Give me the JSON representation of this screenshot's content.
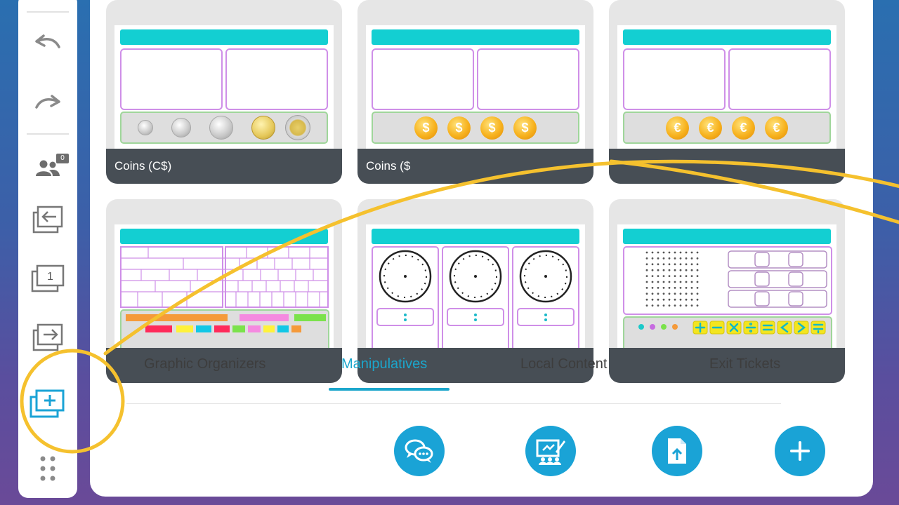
{
  "sidebar": {
    "participants_count": "0",
    "slide_number": "1",
    "icons": [
      "undo-icon",
      "redo-icon",
      "participants-icon",
      "previous-slide-icon",
      "slide-number-icon",
      "next-slide-icon",
      "add-slide-icon",
      "more-icon"
    ]
  },
  "cards": [
    {
      "label": "Coins (C$)"
    },
    {
      "label": "Coins ($"
    },
    {
      "label": ""
    },
    {
      "label": ""
    },
    {
      "label": ""
    },
    {
      "label": ""
    }
  ],
  "coin_symbols": {
    "dollar": "$",
    "euro": "€"
  },
  "tabs": [
    {
      "label": "Graphic Organizers",
      "active": false
    },
    {
      "label": "Manipulatives",
      "active": true
    },
    {
      "label": "Local Content",
      "active": false
    },
    {
      "label": "Exit Tickets",
      "active": false
    }
  ],
  "actions": [
    "chat-icon",
    "whiteboard-icon",
    "upload-file-icon",
    "plus-icon"
  ],
  "colors": {
    "accent": "#1aa3d6",
    "template_header": "#13cfd2",
    "template_border": "#cf8fe8",
    "template_tray": "#9fd69a",
    "annotation": "#f5c12e",
    "card_label_bg": "#474e55"
  }
}
